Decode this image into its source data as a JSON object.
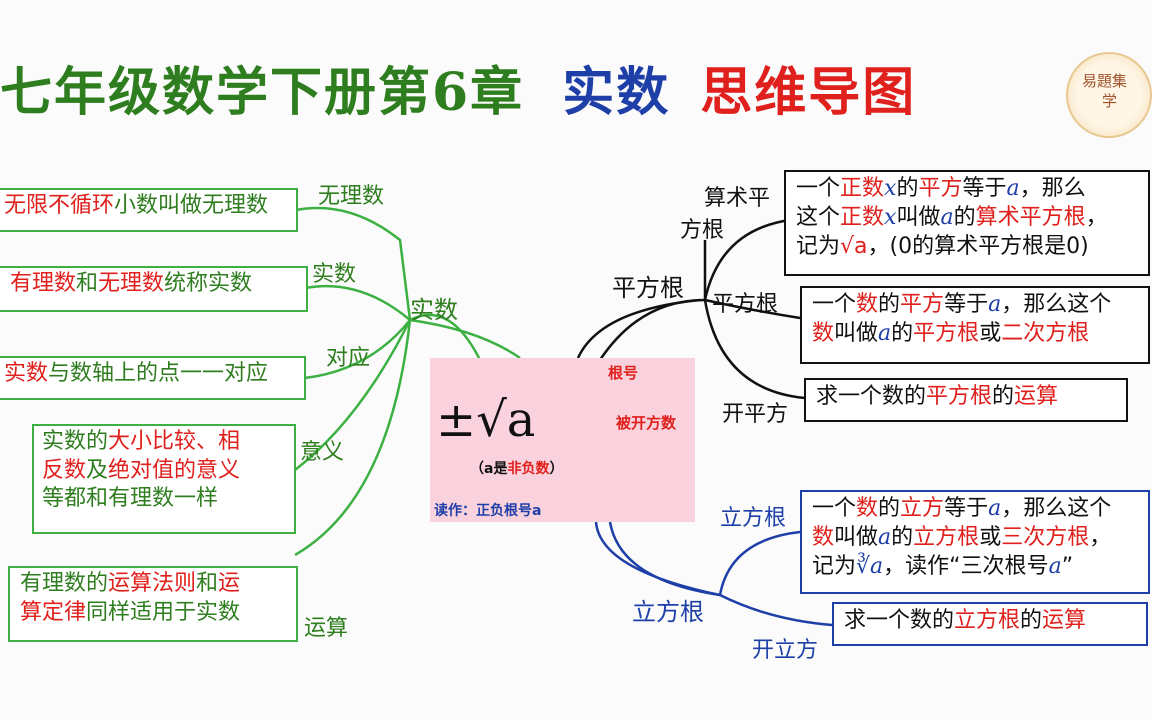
{
  "title": {
    "part1": "七年级数学下册第6章",
    "part2": "实数",
    "part3": "思维导图"
  },
  "logo": {
    "text1": "易題集",
    "text2": "学"
  },
  "center": {
    "symbol": "±√a",
    "label_radical": "根号",
    "label_radicand": "被开方数",
    "note_prefix": "（a是",
    "note_red": "非负数",
    "note_suffix": "）",
    "reading": "读作：正负根号a"
  },
  "left": {
    "root_label": "实数",
    "branches": [
      {
        "label": "无理数",
        "parts": [
          {
            "t": "无限不循环",
            "c": "red"
          },
          {
            "t": "小数叫做无理数",
            "c": "green"
          }
        ]
      },
      {
        "label": "实数",
        "parts": [
          {
            "t": "有理数",
            "c": "red"
          },
          {
            "t": "和",
            "c": "green"
          },
          {
            "t": "无理数",
            "c": "red"
          },
          {
            "t": "统称实数",
            "c": "green"
          }
        ]
      },
      {
        "label": "对应",
        "parts": [
          {
            "t": "实数",
            "c": "red"
          },
          {
            "t": "与数轴上的点一一对应",
            "c": "green"
          }
        ]
      },
      {
        "label": "意义",
        "lines": [
          [
            {
              "t": "实数的",
              "c": "green"
            },
            {
              "t": "大小比较、相",
              "c": "red"
            }
          ],
          [
            {
              "t": "反数",
              "c": "red"
            },
            {
              "t": "及",
              "c": "green"
            },
            {
              "t": "绝对值的意义",
              "c": "red"
            }
          ],
          [
            {
              "t": "等都和有理数一样",
              "c": "green"
            }
          ]
        ]
      },
      {
        "label": "运算",
        "lines": [
          [
            {
              "t": "有理数的",
              "c": "green"
            },
            {
              "t": "运算法则",
              "c": "red"
            },
            {
              "t": "和",
              "c": "green"
            },
            {
              "t": "运",
              "c": "red"
            }
          ],
          [
            {
              "t": "算定律",
              "c": "red"
            },
            {
              "t": "同样适用于实数",
              "c": "green"
            }
          ]
        ]
      }
    ]
  },
  "right": {
    "square_root": {
      "label": "平方根",
      "arith_label_1": "算术平",
      "arith_label_2": "方根",
      "arith_box": [
        [
          {
            "t": "一个",
            "c": "k"
          },
          {
            "t": "正数",
            "c": "red"
          },
          {
            "t": "x",
            "c": "blu"
          },
          {
            "t": "的",
            "c": "k"
          },
          {
            "t": "平方",
            "c": "red"
          },
          {
            "t": "等于",
            "c": "k"
          },
          {
            "t": "a",
            "c": "blu"
          },
          {
            "t": "，那么",
            "c": "k"
          }
        ],
        [
          {
            "t": "这个",
            "c": "k"
          },
          {
            "t": "正数",
            "c": "red"
          },
          {
            "t": "x",
            "c": "blu"
          },
          {
            "t": "叫做",
            "c": "k"
          },
          {
            "t": "a",
            "c": "blu"
          },
          {
            "t": "的",
            "c": "k"
          },
          {
            "t": "算术平方根",
            "c": "red"
          },
          {
            "t": "，",
            "c": "k"
          }
        ],
        [
          {
            "t": "记为",
            "c": "k"
          },
          {
            "t": "√a",
            "c": "red"
          },
          {
            "t": "，(0的算术平方根是0)",
            "c": "k"
          }
        ]
      ],
      "sq_label": "平方根",
      "sq_box": [
        [
          {
            "t": "一个",
            "c": "k"
          },
          {
            "t": "数",
            "c": "red"
          },
          {
            "t": "的",
            "c": "k"
          },
          {
            "t": "平方",
            "c": "red"
          },
          {
            "t": "等于",
            "c": "k"
          },
          {
            "t": "a",
            "c": "blu"
          },
          {
            "t": "，那么这个",
            "c": "k"
          }
        ],
        [
          {
            "t": "数",
            "c": "red"
          },
          {
            "t": "叫做",
            "c": "k"
          },
          {
            "t": "a",
            "c": "blu"
          },
          {
            "t": "的",
            "c": "k"
          },
          {
            "t": "平方根",
            "c": "red"
          },
          {
            "t": "或",
            "c": "k"
          },
          {
            "t": "二次方根",
            "c": "red"
          }
        ]
      ],
      "op_label": "开平方",
      "op_box": [
        [
          {
            "t": "求一个数的",
            "c": "k"
          },
          {
            "t": "平方根",
            "c": "red"
          },
          {
            "t": "的",
            "c": "k"
          },
          {
            "t": "运算",
            "c": "red"
          }
        ]
      ]
    },
    "cube_root": {
      "label": "立方根",
      "cb_label": "立方根",
      "cb_box": [
        [
          {
            "t": "一个",
            "c": "k"
          },
          {
            "t": "数",
            "c": "red"
          },
          {
            "t": "的",
            "c": "k"
          },
          {
            "t": "立方",
            "c": "red"
          },
          {
            "t": "等于",
            "c": "k"
          },
          {
            "t": "a",
            "c": "blu"
          },
          {
            "t": "，那么这个",
            "c": "k"
          }
        ],
        [
          {
            "t": "数",
            "c": "red"
          },
          {
            "t": "叫做",
            "c": "k"
          },
          {
            "t": "a",
            "c": "blu"
          },
          {
            "t": "的",
            "c": "k"
          },
          {
            "t": "立方根",
            "c": "red"
          },
          {
            "t": "或",
            "c": "k"
          },
          {
            "t": "三次方根",
            "c": "red"
          },
          {
            "t": "，",
            "c": "k"
          }
        ],
        [
          {
            "t": "记为",
            "c": "k"
          },
          {
            "t": "∛a",
            "c": "blu"
          },
          {
            "t": "，读作“三次根号",
            "c": "k"
          },
          {
            "t": "a",
            "c": "blu"
          },
          {
            "t": "”",
            "c": "k"
          }
        ]
      ],
      "op_label": "开立方",
      "op_box": [
        [
          {
            "t": "求一个数的",
            "c": "k"
          },
          {
            "t": "立方根",
            "c": "red"
          },
          {
            "t": "的",
            "c": "k"
          },
          {
            "t": "运算",
            "c": "red"
          }
        ]
      ]
    }
  },
  "colors": {
    "green": "#2e7d1e",
    "line_green": "#3cb043",
    "blue": "#1f3fa8",
    "red": "#e0201c",
    "black": "#111111",
    "center_bg": "#f9d2dd"
  }
}
